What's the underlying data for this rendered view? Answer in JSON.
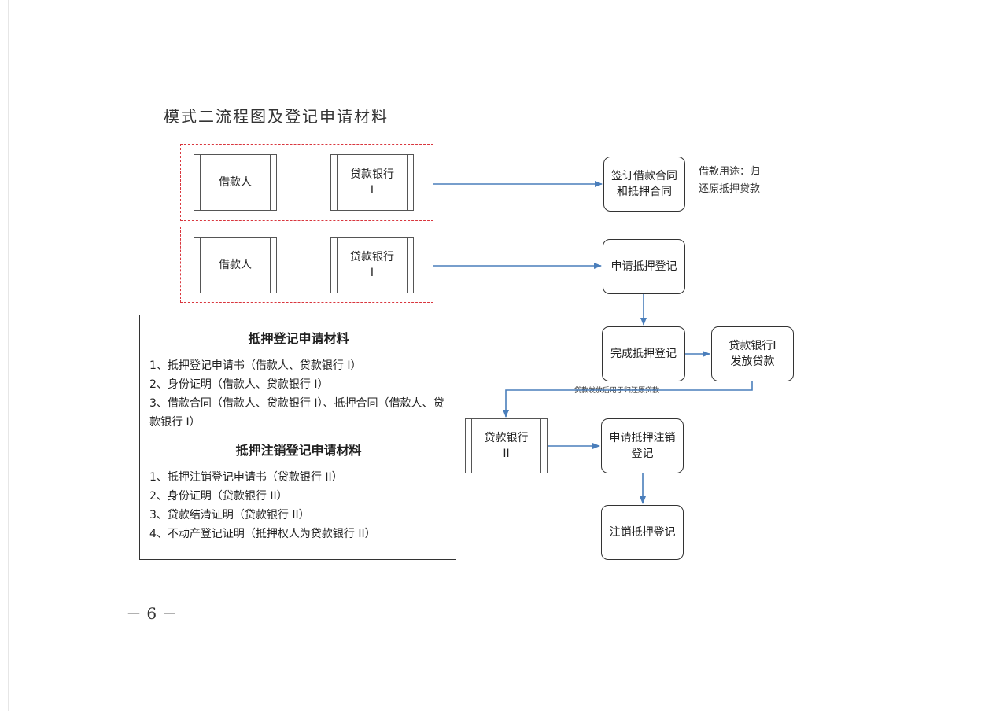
{
  "title": "模式二流程图及登记申请材料",
  "groups": [
    {
      "borrower": "借款人",
      "bank": [
        "贷款银行",
        "I"
      ]
    },
    {
      "borrower": "借款人",
      "bank": [
        "贷款银行",
        "I"
      ]
    }
  ],
  "nodes": {
    "sign_contract": [
      "签订借款合同",
      "和抵押合同"
    ],
    "apply_mortgage": [
      "申请抵押登记"
    ],
    "complete_mortgage": [
      "完成抵押登记"
    ],
    "bank1_loan": [
      "贷款银行I",
      "发放贷款"
    ],
    "bank2": [
      "贷款银行",
      "II"
    ],
    "apply_cancel": [
      "申请抵押注销",
      "登记"
    ],
    "cancel_mortgage": [
      "注销抵押登记"
    ]
  },
  "loan_purpose_note": [
    "借款用途：归",
    "还原抵押贷款"
  ],
  "edge_label": "贷款发放后用于归还原贷款",
  "materials": {
    "mortgage_heading": "抵押登记申请材料",
    "mortgage_items": [
      "1、抵押登记申请书（借款人、贷款银行 I）",
      "2、身份证明（借款人、贷款银行 I）",
      "3、借款合同（借款人、贷款银行 I）、抵押合同（借款人、贷款银行 I）"
    ],
    "cancel_heading": "抵押注销登记申请材料",
    "cancel_items": [
      "1、抵押注销登记申请书（贷款银行 II）",
      "2、身份证明（贷款银行 II）",
      "3、贷款结清证明（贷款银行 II）",
      "4、不动产登记证明（抵押权人为贷款银行 II）"
    ]
  },
  "page_number": "－ 6 －",
  "colors": {
    "group_border": "#d9363e",
    "arrow": "#4a7ebb"
  }
}
